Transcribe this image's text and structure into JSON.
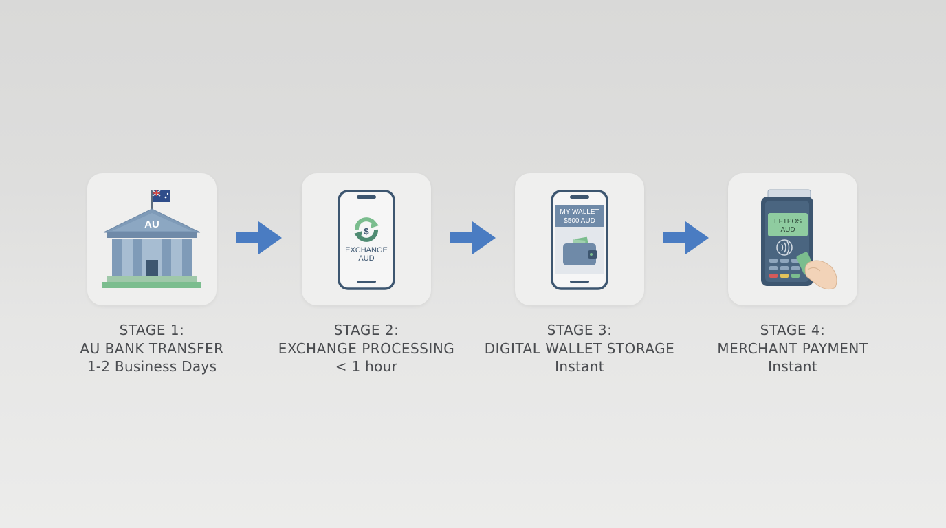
{
  "stages": [
    {
      "title": "STAGE 1:",
      "subtitle": "AU BANK TRANSFER",
      "duration": "1-2 Business Days",
      "icon": "bank-building-icon",
      "icon_text": "AU"
    },
    {
      "title": "STAGE 2:",
      "subtitle": "EXCHANGE PROCESSING",
      "duration": "< 1 hour",
      "icon": "phone-exchange-icon",
      "icon_text": "EXCHANGE",
      "icon_text2": "AUD"
    },
    {
      "title": "STAGE 3:",
      "subtitle": "DIGITAL WALLET STORAGE",
      "duration": "Instant",
      "icon": "phone-wallet-icon",
      "icon_text": "MY WALLET",
      "icon_text2": "$500 AUD"
    },
    {
      "title": "STAGE 4:",
      "subtitle": "MERCHANT PAYMENT",
      "duration": "Instant",
      "icon": "eftpos-terminal-icon",
      "icon_text": "EFTPOS",
      "icon_text2": "AUD"
    }
  ],
  "colors": {
    "arrow": "#4a7cc2",
    "card": "#efefee",
    "text": "#4a4c50",
    "bank": "#7f9bb8",
    "green": "#7bbd8e",
    "device": "#3d5670"
  }
}
